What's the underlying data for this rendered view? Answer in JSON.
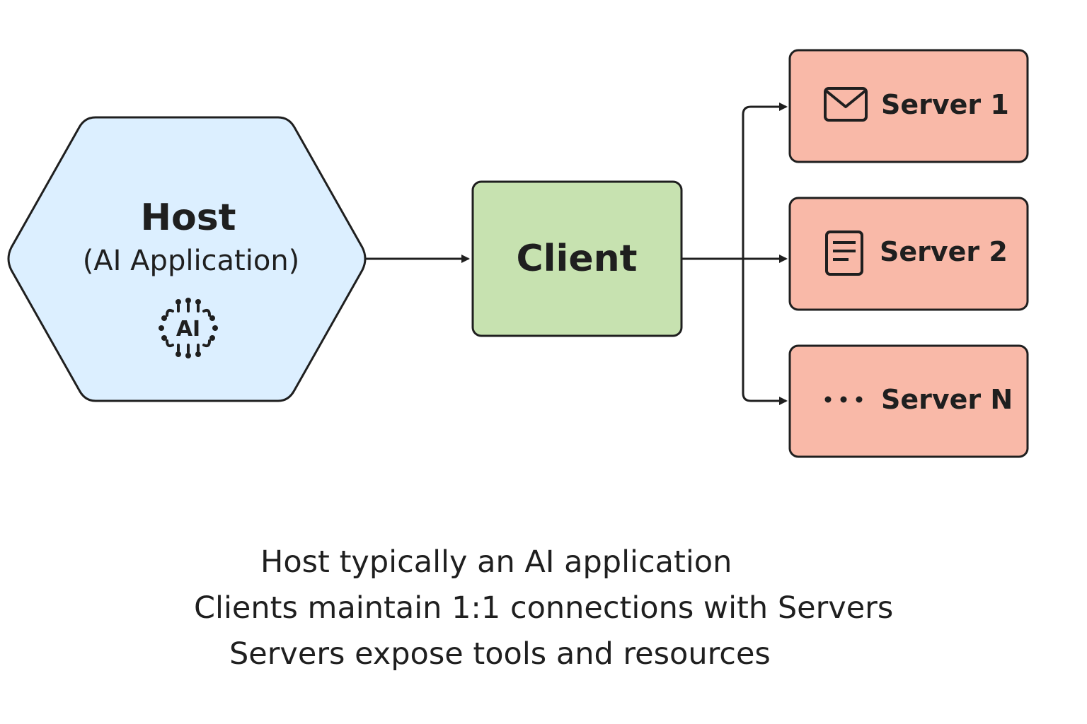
{
  "host": {
    "title": "Host",
    "subtitle": "(AI Application)",
    "icon_text": "AI",
    "icon": "ai-chip-icon",
    "fill": "#dcefff"
  },
  "client": {
    "label": "Client",
    "fill": "#c7e2b0"
  },
  "servers": [
    {
      "label": "Server 1",
      "icon": "envelope-icon"
    },
    {
      "label": "Server 2",
      "icon": "document-icon"
    },
    {
      "label": "Server N",
      "icon": "ellipsis-icon"
    }
  ],
  "colors": {
    "server_fill": "#f9b9a8",
    "stroke": "#1f1f1f"
  },
  "captions": [
    "Host typically an AI application",
    "Clients maintain 1:1 connections with Servers",
    "Servers expose tools and resources"
  ]
}
